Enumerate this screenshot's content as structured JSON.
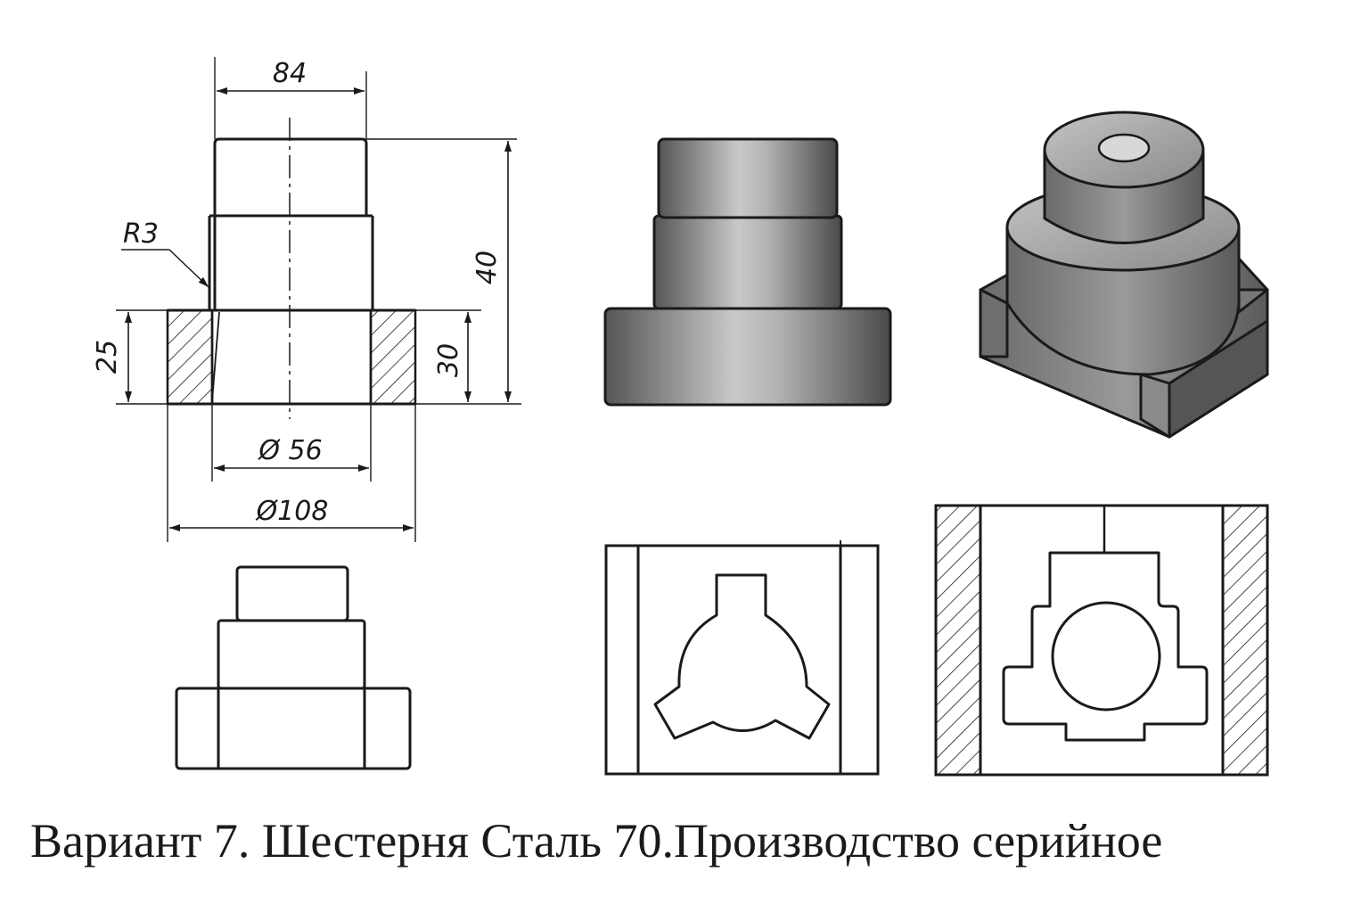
{
  "drawing": {
    "dimensions": {
      "top_width": "84",
      "radius": "R3",
      "total_height": "40",
      "flange_height_left": "25",
      "flange_height_right": "30",
      "bore_diameter": "Ø 56",
      "outer_diameter": "Ø108"
    },
    "caption": "Вариант 7. Шестерня Сталь 70.Производство серийное"
  },
  "colors": {
    "line": "#1a1a1a",
    "shade_dark": "#5a5a5a",
    "shade_light": "#cfcfcf",
    "paper": "#ffffff"
  }
}
